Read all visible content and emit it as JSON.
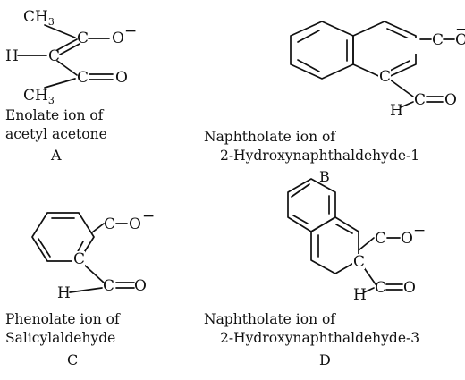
{
  "structures": {
    "A": {
      "atoms": {
        "ch3_top": "CH",
        "ch3_top_sub": "3",
        "h": "H",
        "c_left": "C",
        "c_o_minus": "C",
        "o_minus": "O",
        "charge": "−",
        "ch3_bottom": "CH",
        "ch3_bottom_sub": "3",
        "c_carbonyl": "C",
        "o_carbonyl": "O"
      },
      "caption_line1": "Enolate ion of",
      "caption_line2": "acetyl acetone",
      "label": "A"
    },
    "B": {
      "atoms": {
        "c_o_minus": "C",
        "o_minus": "O",
        "charge": "−",
        "c_ring": "C",
        "h": "H",
        "c_carbonyl": "C",
        "o_carbonyl": "O"
      },
      "caption_line1": "Naphtholate ion of",
      "caption_line2": "2-Hydroxynaphthaldehyde-1",
      "label": "B"
    },
    "C": {
      "atoms": {
        "c_o_minus": "C",
        "o_minus": "O",
        "charge": "−",
        "c_ring": "C",
        "h": "H",
        "c_carbonyl": "C",
        "o_carbonyl": "O"
      },
      "caption_line1": "Phenolate ion of",
      "caption_line2": "Salicylaldehyde",
      "label": "C"
    },
    "D": {
      "atoms": {
        "c_o_minus": "C",
        "o_minus": "O",
        "charge": "−",
        "c_ring": "C",
        "h": "H",
        "c_carbonyl": "C",
        "o_carbonyl": "O"
      },
      "caption_line1": "Naphtholate ion of",
      "caption_line2": "2-Hydroxynaphthaldehyde-3",
      "label": "D"
    }
  }
}
